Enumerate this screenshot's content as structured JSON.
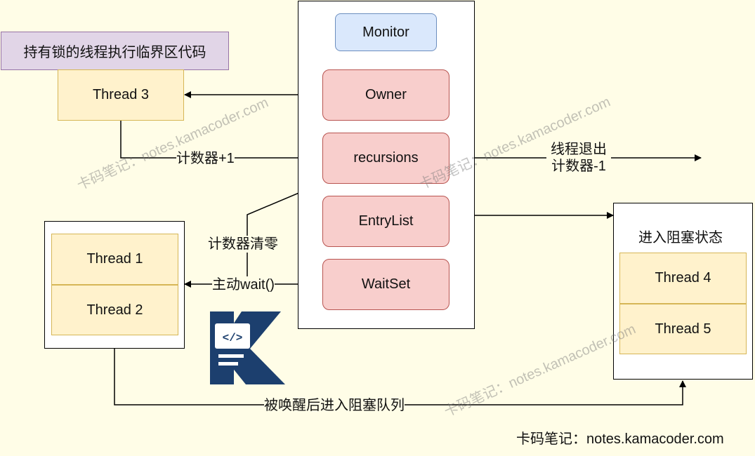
{
  "monitor": {
    "title": "Monitor",
    "fields": {
      "owner": "Owner",
      "recursions": "recursions",
      "entry_list": "EntryList",
      "wait_set": "WaitSet"
    }
  },
  "critical_section_note": "持有锁的线程执行临界区代码",
  "threads": {
    "t1": "Thread 1",
    "t2": "Thread 2",
    "t3": "Thread 3",
    "t4": "Thread 4",
    "t5": "Thread 5"
  },
  "blocked_group_title": "进入阻塞状态",
  "edge_labels": {
    "counter_plus": "计数器+1",
    "thread_exit_line1": "线程退出",
    "thread_exit_line2": "计数器-1",
    "counter_reset": "计数器清零",
    "wait_call": "主动wait()",
    "wakeup": "被唤醒后进入阻塞队列"
  },
  "watermark": "卡码笔记：notes.kamacoder.com",
  "footer": "卡码笔记：notes.kamacoder.com",
  "colors": {
    "background": "#fffde7",
    "monitor_fill": "#dae8fc",
    "field_fill": "#f8cecc",
    "thread_fill": "#fff2cc",
    "note_fill": "#e1d5e7",
    "logo_blue": "#1c3f6e"
  }
}
